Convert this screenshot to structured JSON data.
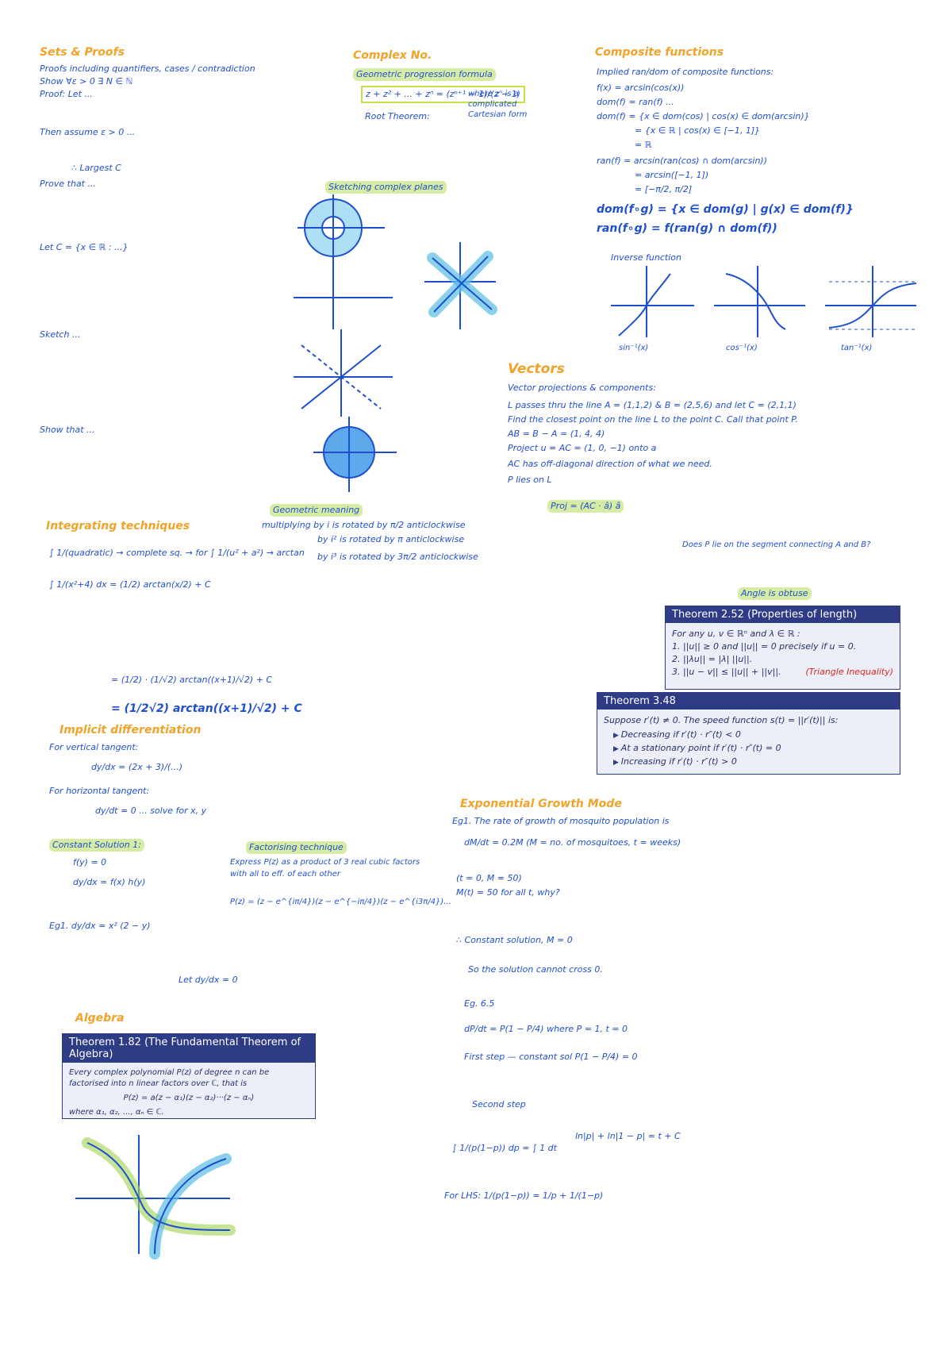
{
  "sections": {
    "sets": {
      "title": "Sets & Proofs",
      "lines": [
        "Proofs including quantifiers, cases / contradiction",
        "Show ∀ε > 0 ∃ N ∈ ℕ",
        "Proof: Let ...",
        "Then assume ε > 0 ...",
        "∴ Largest C",
        "Prove that ...",
        "Let C = {x ∈ ℝ : ...}",
        "Sketch ...",
        "Show that ..."
      ]
    },
    "complex": {
      "title": "Complex No.",
      "formula_box": "Geometric progression formula",
      "formula": "z + z² + ... + zⁿ = (zⁿ⁺¹ − 1)/(z − 1)",
      "formula_note": "where zⁿ is a complicated Cartesian form",
      "root_theorem": "Root Theorem:",
      "sketching": "Sketching complex planes",
      "geometric": "Geometric meaning",
      "geometric_lines": [
        "multiplying by i is rotated by π/2 anticlockwise",
        "by i² is rotated by π anticlockwise",
        "by i³ is rotated by 3π/2 anticlockwise"
      ]
    },
    "composite": {
      "title": "Composite functions",
      "lines": [
        "Implied ran/dom of composite functions:",
        "f(x) = arcsin(cos(x))",
        "dom(f) = ran(f) ...",
        "dom(f) = {x ∈ dom(cos) | cos(x) ∈ dom(arcsin)}",
        "= {x ∈ ℝ | cos(x) ∈ [−1, 1]}",
        "= ℝ",
        "ran(f) = arcsin(ran(cos) ∩ dom(arcsin))",
        "= arcsin([−1, 1])",
        "= [−π/2, π/2]",
        "dom(f∘g) = {x ∈ dom(g) | g(x) ∈ dom(f)}",
        "ran(f∘g) = f(ran(g) ∩ dom(f))"
      ],
      "inverse": "Inverse function",
      "inverse_labels": [
        "sin⁻¹(x)",
        "cos⁻¹(x)",
        "tan⁻¹(x)"
      ]
    },
    "vectors": {
      "title": "Vectors",
      "subtitle": "Vector projections & components:",
      "lines": [
        "L passes thru the line A = (1,1,2) & B = (2,5,6) and let C = (2,1,1)",
        "Find the closest point on the line L to the point C. Call that point P.",
        "AB = B − A = (1, 4, 4)",
        "Project u = AC = (1, 0, −1) onto a",
        "AC has off-diagonal direction of what we need.",
        "P lies on L",
        "Proj = (AC · â) â",
        "Does P lie on the segment connecting A and B?",
        "Angle is obtuse"
      ]
    },
    "integrating": {
      "title": "Integrating techniques",
      "lines": [
        "∫ 1/(quadratic) → complete sq. → for ∫ 1/(u² + a²) → arctan",
        "∫ 1/(x²+4) dx = (1/2) arctan(x/2) + C",
        "= (1/2) · (1/√2) arctan((x+1)/√2) + C",
        "= (1/2√2) arctan((x+1)/√2) + C"
      ]
    },
    "implicit": {
      "title": "Implicit differentiation",
      "lines": [
        "For vertical tangent:",
        "dy/dx = (2x + 3)/(...)",
        "For horizontal tangent:",
        "dy/dt = 0 ... solve for x, y"
      ]
    },
    "constant": {
      "title": "Constant Solution 1:",
      "lines": [
        "f(y) = 0",
        "dy/dx = f(x) h(y)",
        "Eg1. dy/dx = x² (2 − y)",
        "Let dy/dx = 0"
      ]
    },
    "factorising": {
      "title": "Factorising technique",
      "lines": [
        "Express P(z) as a product of 3 real cubic factors",
        "with all to eff. of each other",
        "P(z) = (z − e^{iπ/4})(z − e^{−iπ/4})(z − e^{i3π/4})..."
      ]
    },
    "exponential": {
      "title": "Exponential Growth Mode",
      "lines": [
        "Eg1. The rate of growth of mosquito population is",
        "dM/dt = 0.2M (M = no. of mosquitoes, t = weeks)",
        "(t = 0, M = 50)",
        "M(t) = 50 for all t, why?",
        "∴ Constant solution, M = 0",
        "So the solution cannot cross 0.",
        "Eg. 6.5",
        "dP/dt = P(1 − P/4) where P = 1, t = 0",
        "First step — constant sol P(1 − P/4) = 0",
        "Second step",
        "∫ 1/(p(1−p)) dp = ∫ 1 dt",
        "ln|p| + ln|1 − p| = t + C",
        "For LHS: 1/(p(1−p)) = 1/p + 1/(1−p)"
      ]
    },
    "algebra": {
      "title": "Algebra"
    }
  },
  "theorems": {
    "t252": {
      "title": "Theorem 2.52 (Properties of length)",
      "intro": "For any u, v ∈ ℝⁿ and λ ∈ ℝ :",
      "items": [
        "1. ||u|| ≥ 0 and ||u|| = 0 precisely if u = 0.",
        "2. ||λu|| = |λ| ||u||.",
        "3. ||u − v|| ≤ ||u|| + ||v||."
      ],
      "note": "(Triangle Inequality)"
    },
    "t348": {
      "title": "Theorem 3.48",
      "intro": "Suppose r′(t) ≠ 0. The speed function s(t) = ||r′(t)|| is:",
      "items": [
        "Decreasing if r′(t) · r″(t) < 0",
        "At a stationary point if r′(t) · r″(t) = 0",
        "Increasing if r′(t) · r″(t) > 0"
      ]
    },
    "t182": {
      "title": "Theorem 1.82 (The Fundamental Theorem of Algebra)",
      "intro": "Every complex polynomial P(z) of degree n can be factorised into n linear factors over ℂ, that is",
      "formula": "P(z) = a(z − α₁)(z − α₂)···(z − αₙ)",
      "where": "where α₁, α₂, ..., αₙ ∈ ℂ."
    }
  }
}
